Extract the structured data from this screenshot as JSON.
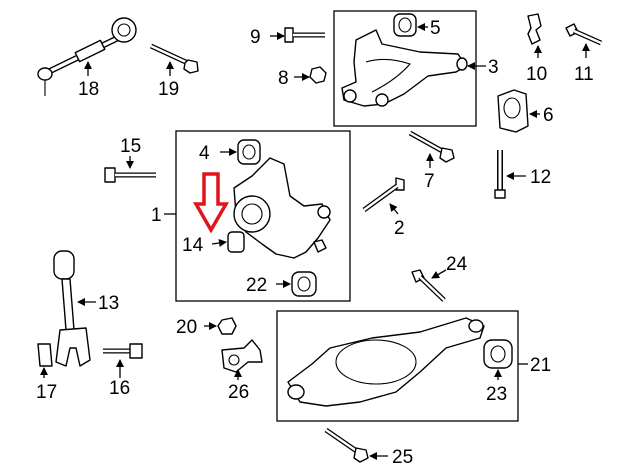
{
  "diagram": {
    "callouts": {
      "c1": "1",
      "c2": "2",
      "c3": "3",
      "c4": "4",
      "c5": "5",
      "c6": "6",
      "c7": "7",
      "c8": "8",
      "c9": "9",
      "c10": "10",
      "c11": "11",
      "c12": "12",
      "c13": "13",
      "c14": "14",
      "c15": "15",
      "c16": "16",
      "c17": "17",
      "c18": "18",
      "c19": "19",
      "c20": "20",
      "c21": "21",
      "c22": "22",
      "c23": "23",
      "c24": "24",
      "c25": "25",
      "c26": "26"
    },
    "highlight_color": "#e0141b",
    "highlighted_part": "14"
  }
}
